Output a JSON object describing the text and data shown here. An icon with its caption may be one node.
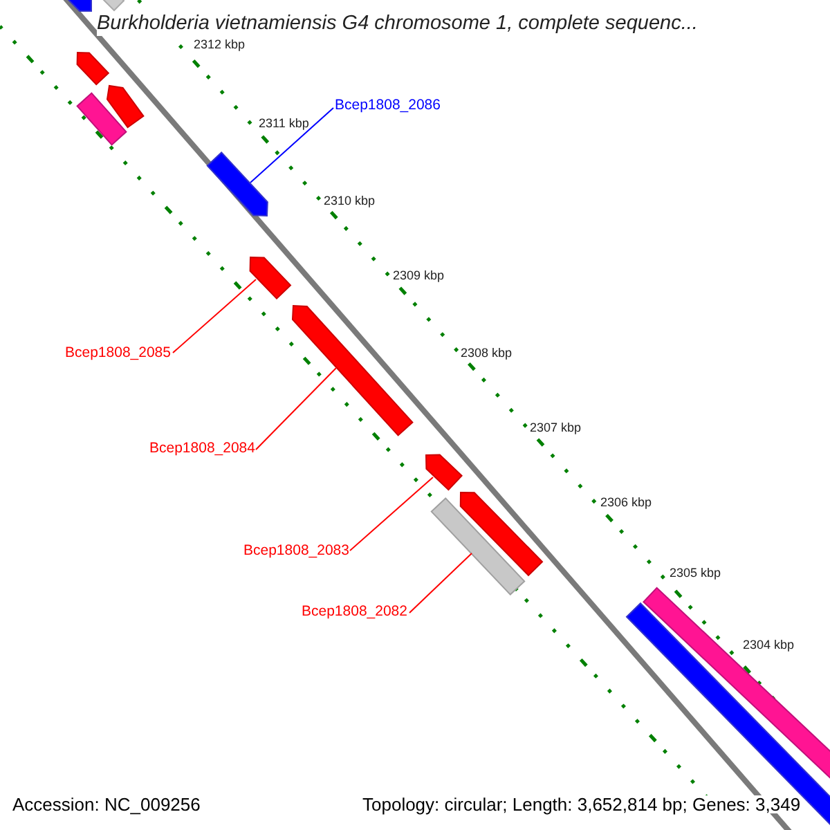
{
  "diagram": {
    "title": "Burkholderia vietnamiensis G4 chromosome 1, complete sequenc...",
    "nodes": [
      {
        "text": [
          "Bcep1808_2086"
        ]
      },
      {
        "text": [],
        "shape": "bar"
      },
      {
        "text": [
          "Bcep1808_2085"
        ]
      },
      {
        "text": [],
        "shape": "bar"
      },
      {
        "text": [
          "Bcep1808_2084"
        ]
      },
      {
        "text": [],
        "shape": "bar"
      },
      {
        "text": [
          "Bcep1808_2083"
        ]
      },
      {
        "text": [],
        "shape": "bar"
      },
      {
        "text": [
          "Bcep1808_2082"
        ]
      },
      {
        "text": [],
        "shape": "bar"
      },
      {
        "text": [],
        "shape": "bar"
      },
      {
        "text": [],
        "shape": "bar"
      },
      {
        "text": [],
        "shape": "bar"
      },
      {
        "text": [],
        "shape": "bar"
      },
      {
        "text": [],
        "shape": "bar"
      },
      {
        "text": [],
        "shape": "bar"
      },
      {
        "text": [],
        "shape": "bar"
      },
      {
        "text": [],
        "shape": "bar"
      }
    ],
    "edges": [
      {
        "from": 0,
        "to": 1,
        "arrow": "none",
        "color": "#0000ff"
      },
      {
        "from": 2,
        "to": 3,
        "arrow": "none"
      },
      {
        "from": 4,
        "to": 5,
        "arrow": "none"
      },
      {
        "from": 6,
        "to": 7,
        "arrow": "none"
      },
      {
        "from": 8,
        "to": 9,
        "arrow": "none"
      }
    ],
    "labels": [
      "2312 kbp",
      "2311 kbp",
      "2310 kbp",
      "2309 kbp",
      "2308 kbp",
      "2307 kbp",
      "2306 kbp",
      "2305 kbp",
      "2304 kbp",
      "Accession: NC_009256",
      "Topology: circular; Length: 3,652,814 bp; Genes: 3,349"
    ]
  }
}
